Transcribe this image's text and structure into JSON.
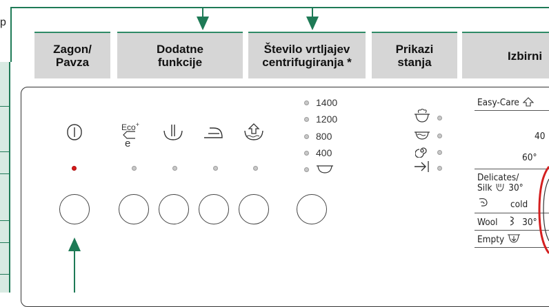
{
  "corner_label": "p",
  "header_tabs": [
    {
      "label": "Zagon/\nPavza"
    },
    {
      "label": "Dodatne\nfunkcije"
    },
    {
      "label": "Število vrtljajev\ncentrifugiranja *"
    },
    {
      "label": "Prikazi\nstanja"
    },
    {
      "label": "Izbirni"
    }
  ],
  "eco": {
    "top": "Eco",
    "sup": "+",
    "bottom": "e"
  },
  "spin_speeds": [
    "1400",
    "1200",
    "800",
    "400"
  ],
  "programs": {
    "easy_care": "Easy-Care",
    "temp_40": "40",
    "temp_60": "60°",
    "delicates_line1": "Delicates/",
    "delicates_line2": "Silk",
    "delicates_temp": "30°",
    "cold": "cold",
    "wool": "Wool",
    "wool_temp": "30°",
    "empty": "Empty"
  },
  "colors": {
    "accent_green": "#1e7a56",
    "led_red": "#d41a1a",
    "dial_red": "#d42020",
    "tab_gray": "#d6d6d6"
  }
}
